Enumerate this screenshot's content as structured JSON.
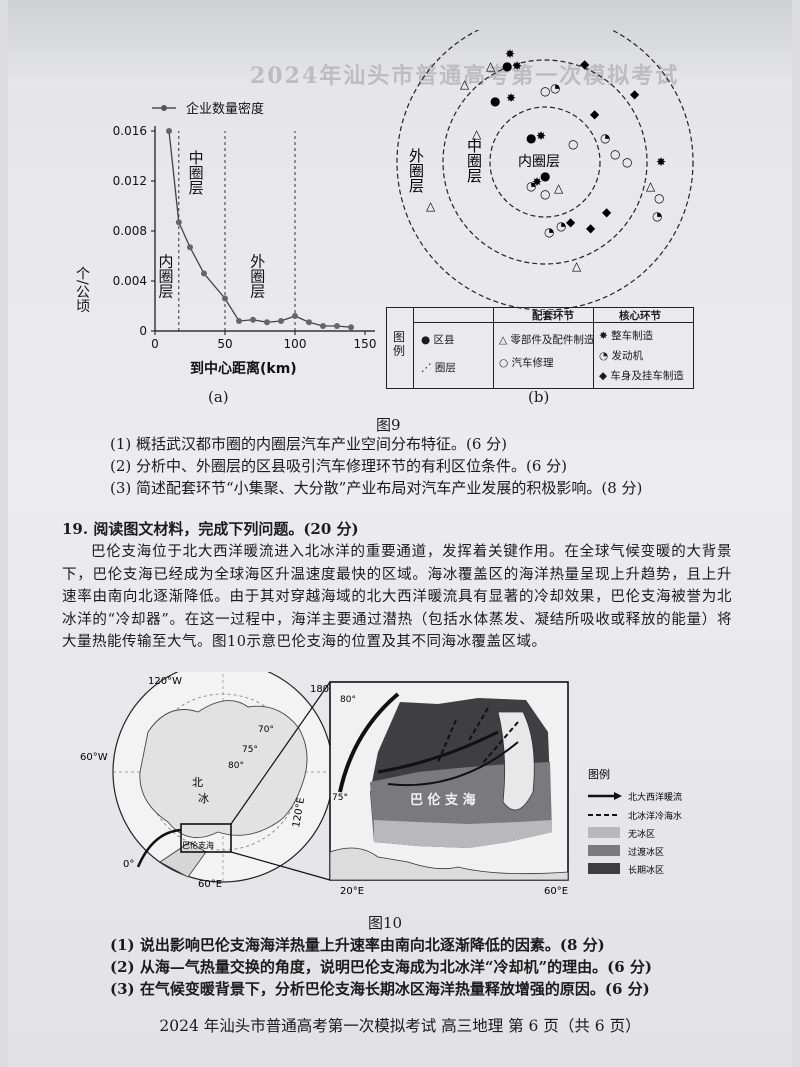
{
  "header": {
    "ghost_title": "2024年汕头市普通高考第一次模拟考试"
  },
  "fig9a": {
    "legend": "企业数量密度",
    "ylabel": "个/公顷",
    "xlabel": "到中心距离(km)",
    "panel": "(a)",
    "zones": [
      "内圈层",
      "中圈层",
      "外圈层"
    ],
    "yticks": [
      "0",
      "0.004",
      "0.008",
      "0.012",
      "0.016"
    ],
    "xticks": [
      "0",
      "50",
      "100",
      "150"
    ]
  },
  "chart_data": {
    "type": "line",
    "title": "",
    "series": [
      {
        "name": "企业数量密度",
        "x": [
          10,
          17,
          25,
          35,
          50,
          60,
          70,
          80,
          90,
          100,
          110,
          120,
          130,
          140
        ],
        "y": [
          0.016,
          0.0087,
          0.0067,
          0.0046,
          0.0026,
          0.0008,
          0.0009,
          0.0007,
          0.0008,
          0.0012,
          0.0007,
          0.0004,
          0.0004,
          0.0003
        ]
      }
    ],
    "xlabel": "到中心距离(km)",
    "ylabel": "个/公顷",
    "xlim": [
      0,
      150
    ],
    "ylim": [
      0,
      0.016
    ],
    "vlines_km": [
      17,
      50,
      100
    ]
  },
  "fig9b": {
    "panel": "(b)",
    "rings": [
      "外圈层",
      "中圈层",
      "内圈层"
    ],
    "legend_title": "图例",
    "peitao_title": "配套环节",
    "hexin_title": "核心环节",
    "items": {
      "district": "区县",
      "layer": "圈层",
      "parts": "零部件及配件制造",
      "repair": "汽车修理",
      "assembly": "整车制造",
      "engine": "发动机",
      "body": "车身及挂车制造"
    }
  },
  "fig9_caption": "图9",
  "q18": [
    "(1) 概括武汉都市圈的内圈层汽车产业空间分布特征。(6 分)",
    "(2) 分析中、外圈层的区县吸引汽车修理环节的有利区位条件。(6 分)",
    "(3) 简述配套环节“小集聚、大分散”产业布局对汽车产业发展的积极影响。(8 分)"
  ],
  "q19_title": "19. 阅读图文材料，完成下列问题。(20 分)",
  "q19_paragraph": "巴伦支海位于北大西洋暖流进入北冰洋的重要通道，发挥着关键作用。在全球气候变暖的大背景下，巴伦支海已经成为全球海区升温速度最快的区域。海冰覆盖区的海洋热量呈现上升趋势，且上升速率由南向北逐渐降低。由于其对穿越海域的北大西洋暖流具有显著的冷却效果，巴伦支海被誉为北冰洋的“冷却器”。在这一过程中，海洋主要通过潜热（包括水体蒸发、凝结所吸收或释放的能量）将大量热能传输至大气。图10示意巴伦支海的位置及其不同海冰覆盖区域。",
  "fig10": {
    "labels": {
      "lon120w": "120°W",
      "lon60w": "60°W",
      "lon180": "180°",
      "lon120e": "120°E",
      "lon60e": "60°E",
      "lon0": "0°",
      "lat75": "75°",
      "lat70": "70°",
      "lat80": "80°",
      "north": "北",
      "ice": "冰",
      "barents_small": "巴伦支海",
      "barents": "巴 伦 支 海",
      "lon20e": "20°E",
      "lon60e_b": "60°E",
      "lat80_b": "80°",
      "lat75_b": "75°"
    },
    "legend_title": "图例",
    "legend": [
      "北大西洋暖流",
      "北冰洋冷海水",
      "无冰区",
      "过渡冰区",
      "长期冰区"
    ],
    "colors": {
      "no_ice": "#b9b9bb",
      "transition": "#7a7a7c",
      "longterm": "#3f3f41"
    }
  },
  "fig10_caption": "图10",
  "q19": [
    "(1) 说出影响巴伦支海海洋热量上升速率由南向北逐渐降低的因素。(8 分)",
    "(2) 从海—气热量交换的角度，说明巴伦支海成为北冰洋“冷却机”的理由。(6 分)",
    "(3) 在气候变暖背景下，分析巴伦支海长期冰区海洋热量释放增强的原因。(6 分)"
  ],
  "footer": "2024 年汕头市普通高考第一次模拟考试  高三地理  第 6 页（共 6 页）"
}
